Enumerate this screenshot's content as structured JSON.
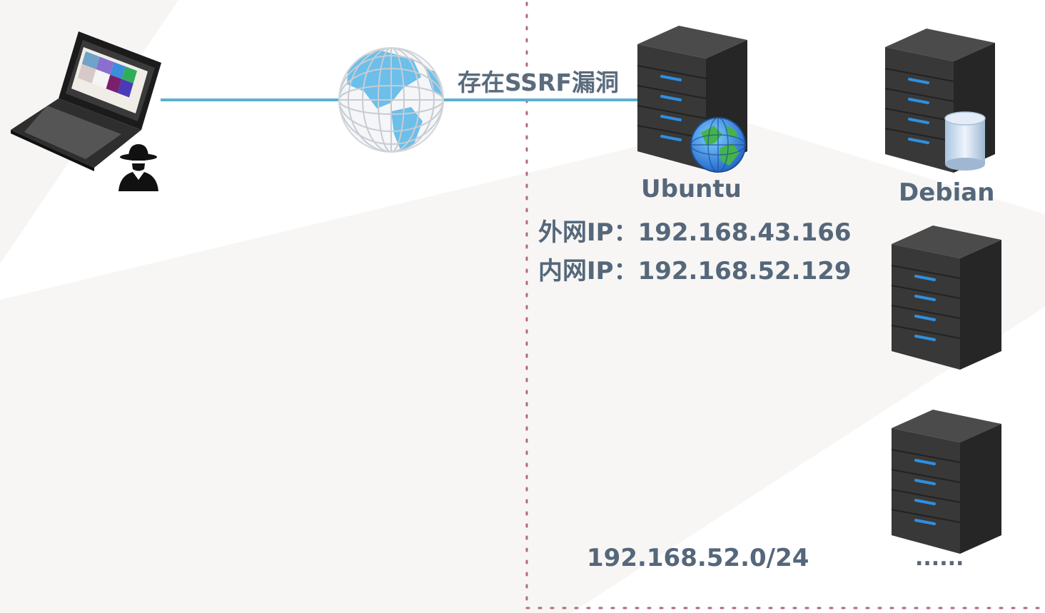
{
  "diagram": {
    "link_label": "存在SSRF漏洞",
    "ubuntu": {
      "name": "Ubuntu",
      "external_ip": "外网IP：192.168.43.166",
      "internal_ip": "内网IP：192.168.52.129"
    },
    "debian": {
      "name": "Debian"
    },
    "subnet": "192.168.52.0/24",
    "more_hosts": "......"
  },
  "colors": {
    "link_line": "#5bb0cf",
    "boundary_dots": "#b3687e",
    "server_body": "#2d2d2d",
    "server_led": "#2f8fe0",
    "label_text": "#55677a"
  },
  "icons": [
    "laptop-icon",
    "hacker-icon",
    "internet-globe-icon",
    "server-icon",
    "web-globe-icon",
    "database-icon"
  ]
}
